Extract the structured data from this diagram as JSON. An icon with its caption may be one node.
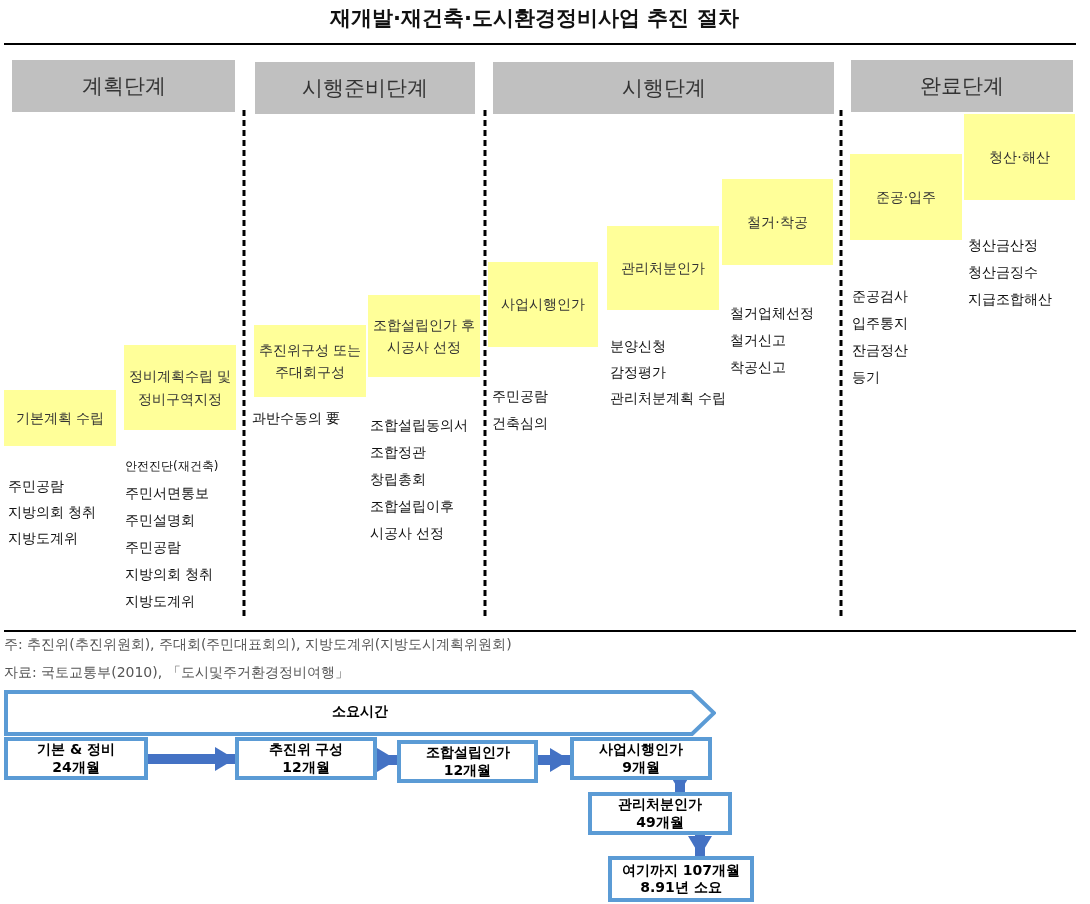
{
  "diagram": {
    "title": "재개발·재건축·도시환경정비사업 추진 절차",
    "nodes": [
      {
        "text": [
          "계획단계"
        ]
      },
      {
        "text": [
          "시행준비단계"
        ]
      },
      {
        "text": [
          "시행단계"
        ]
      },
      {
        "text": [
          "완료단계"
        ]
      },
      {
        "text": [
          "기본계획 수립"
        ],
        "beside": [
          "주민공람",
          "지방의회 청취",
          "지방도계위"
        ]
      },
      {
        "text": [
          "정비계획수립 및 정비구역지정"
        ],
        "beside": [
          "안전진단(재건축)",
          "주민서면통보",
          "주민설명회",
          "주민공람",
          "지방의회 청취",
          "지방도계위"
        ]
      },
      {
        "text": [
          "추진위구성 또는 주대회구성"
        ],
        "beside": [
          "과반수동의 要"
        ]
      },
      {
        "text": [
          "조합설립인가 후 시공사 선정"
        ],
        "beside": [
          "조합설립동의서",
          "조합정관",
          "창립총회",
          "조합설립이후 시공사 선정"
        ]
      },
      {
        "text": [
          "사업시행인가"
        ],
        "beside": [
          "주민공람",
          "건축심의"
        ]
      },
      {
        "text": [
          "관리처분인가"
        ],
        "beside": [
          "분양신청",
          "감정평가",
          "관리처분계획 수립"
        ]
      },
      {
        "text": [
          "철거·착공"
        ],
        "beside": [
          "철거업체선정",
          "철거신고",
          "착공신고"
        ]
      },
      {
        "text": [
          "준공·입주"
        ],
        "beside": [
          "준공검사",
          "입주통지",
          "잔금정산",
          "등기"
        ]
      },
      {
        "text": [
          "청산·해산"
        ],
        "beside": [
          "청산금산정",
          "청산금징수",
          "지급조합해산"
        ]
      },
      {
        "text": [
          "소요시간"
        ]
      },
      {
        "text": [
          "기본 & 정비",
          "24개월"
        ]
      },
      {
        "text": [
          "추진위 구성",
          "12개월"
        ]
      },
      {
        "text": [
          "조합설립인가",
          "12개월"
        ]
      },
      {
        "text": [
          "사업시행인가",
          "9개월"
        ]
      },
      {
        "text": [
          "관리처분인가",
          "49개월"
        ]
      },
      {
        "text": [
          "여기까지 107개월",
          "8.91년 소요"
        ]
      }
    ],
    "edges": [
      {
        "from": 14,
        "to": 15,
        "arrow": "to"
      },
      {
        "from": 15,
        "to": 16,
        "arrow": "to"
      },
      {
        "from": 16,
        "to": 17,
        "arrow": "to"
      },
      {
        "from": 17,
        "to": 18,
        "arrow": "to"
      },
      {
        "from": 18,
        "to": 19,
        "arrow": "to"
      }
    ],
    "labels": [
      "주: 추진위(추진위원회), 주대회(주민대표회의), 지방도계위(지방도시계획위원회)",
      "자료: 국토교통부(2010), 「도시및주거환경정비여행」"
    ]
  }
}
